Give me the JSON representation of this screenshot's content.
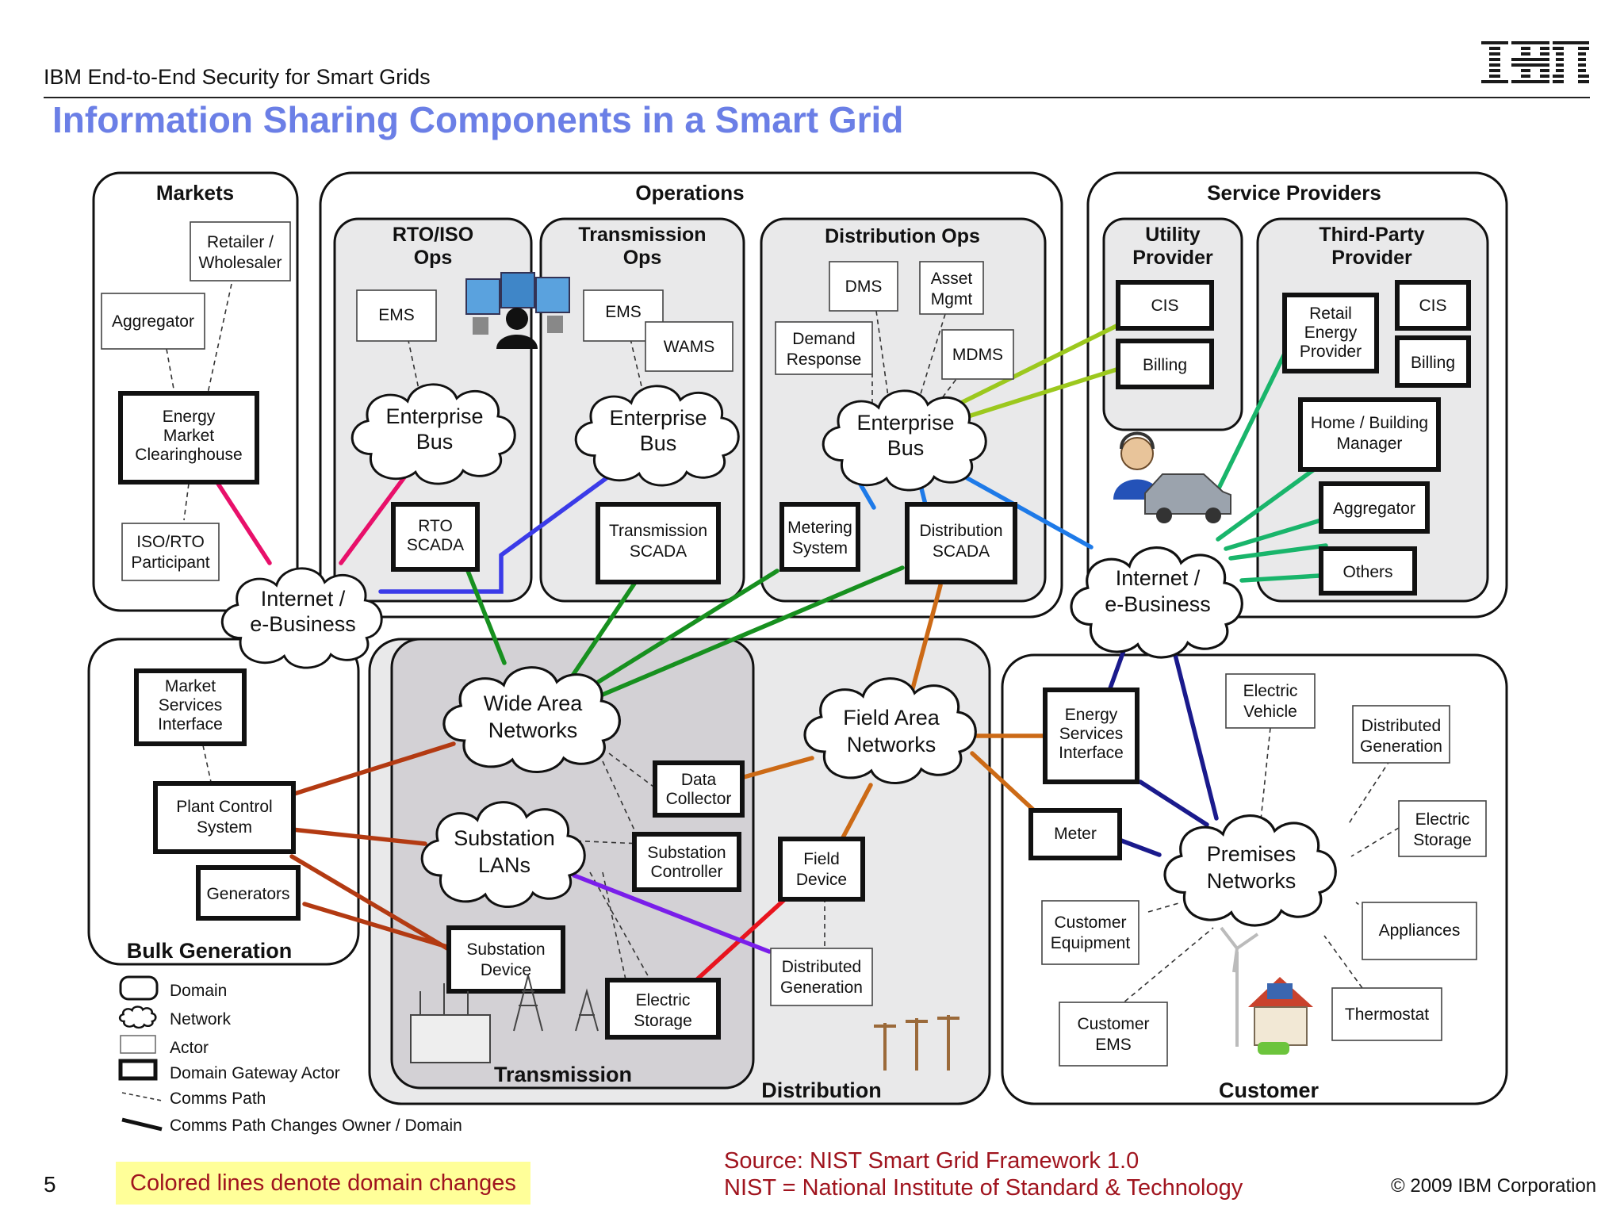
{
  "header": {
    "deck_title": "IBM End-to-End Security for Smart Grids",
    "slide_title": "Information Sharing Components in a Smart Grid",
    "logo_text": "IBM"
  },
  "domains": {
    "markets": "Markets",
    "operations": "Operations",
    "rto_ops": [
      "RTO/ISO",
      "Ops"
    ],
    "transmission_ops": [
      "Transmission",
      "Ops"
    ],
    "distribution_ops": "Distribution Ops",
    "service_providers": "Service Providers",
    "utility_provider": [
      "Utility",
      "Provider"
    ],
    "third_party_provider": [
      "Third-Party",
      "Provider"
    ],
    "bulk_generation": "Bulk Generation",
    "transmission": "Transmission",
    "distribution": "Distribution",
    "customer": "Customer"
  },
  "networks": {
    "enterprise_bus": [
      "Enterprise",
      "Bus"
    ],
    "internet_ebusiness": [
      "Internet /",
      "e-Business"
    ],
    "wide_area_networks": [
      "Wide Area",
      "Networks"
    ],
    "field_area_networks": [
      "Field Area",
      "Networks"
    ],
    "substation_lans": [
      "Substation",
      "LANs"
    ],
    "premises_networks": [
      "Premises",
      "Networks"
    ]
  },
  "actors": {
    "retailer_wholesaler": [
      "Retailer /",
      "Wholesaler"
    ],
    "aggregator": [
      "Aggregator"
    ],
    "energy_market_clearinghouse": [
      "Energy",
      "Market",
      "Clearinghouse"
    ],
    "iso_rto_participant": [
      "ISO/RTO",
      "Participant"
    ],
    "ems": [
      "EMS"
    ],
    "rto_scada": [
      "RTO",
      "SCADA"
    ],
    "wams": [
      "WAMS"
    ],
    "transmission_scada": [
      "Transmission",
      "SCADA"
    ],
    "dms": [
      "DMS"
    ],
    "asset_mgmt": [
      "Asset",
      "Mgmt"
    ],
    "demand_response": [
      "Demand",
      "Response"
    ],
    "mdms": [
      "MDMS"
    ],
    "metering_system": [
      "Metering",
      "System"
    ],
    "distribution_scada": [
      "Distribution",
      "SCADA"
    ],
    "cis": [
      "CIS"
    ],
    "billing": [
      "Billing"
    ],
    "retail_energy_provider": [
      "Retail",
      "Energy",
      "Provider"
    ],
    "home_building_manager": [
      "Home / Building",
      "Manager"
    ],
    "others": [
      "Others"
    ],
    "market_services_interface": [
      "Market",
      "Services",
      "Interface"
    ],
    "plant_control_system": [
      "Plant Control",
      "System"
    ],
    "generators": [
      "Generators"
    ],
    "data_collector": [
      "Data",
      "Collector"
    ],
    "substation_controller": [
      "Substation",
      "Controller"
    ],
    "substation_device": [
      "Substation",
      "Device"
    ],
    "electric_storage": [
      "Electric",
      "Storage"
    ],
    "field_device": [
      "Field",
      "Device"
    ],
    "distributed_generation": [
      "Distributed",
      "Generation"
    ],
    "energy_services_interface": [
      "Energy",
      "Services",
      "Interface"
    ],
    "electric_vehicle": [
      "Electric",
      "Vehicle"
    ],
    "meter": [
      "Meter"
    ],
    "customer_equipment": [
      "Customer",
      "Equipment"
    ],
    "customer_ems": [
      "Customer",
      "EMS"
    ],
    "appliances": [
      "Appliances"
    ],
    "thermostat": [
      "Thermostat"
    ]
  },
  "legend": {
    "domain": "Domain",
    "network": "Network",
    "actor": "Actor",
    "gateway_actor": "Domain Gateway Actor",
    "comms_path": "Comms Path",
    "comms_path_changes": "Comms Path Changes Owner / Domain"
  },
  "colors": {
    "title": "#6b7fe6",
    "source_text": "#a0141e",
    "footnote_bg": "#ffff99",
    "pink": "#e8106a",
    "blue": "#3b3be8",
    "green": "#17901f",
    "yellow_green": "#9cc81e",
    "teal_green": "#19b56b",
    "light_blue": "#1e7ae8",
    "orange": "#cc6a16",
    "rust": "#b33a12",
    "red": "#e8141e",
    "purple": "#7a1eea",
    "navy": "#1a1a8c"
  },
  "footer": {
    "page_number": "5",
    "footnote": "Colored lines denote domain changes",
    "source": "Source:  NIST Smart Grid Framework 1.0",
    "nist": "NIST = National Institute of Standard & Technology",
    "copyright": "© 2009 IBM Corporation"
  }
}
